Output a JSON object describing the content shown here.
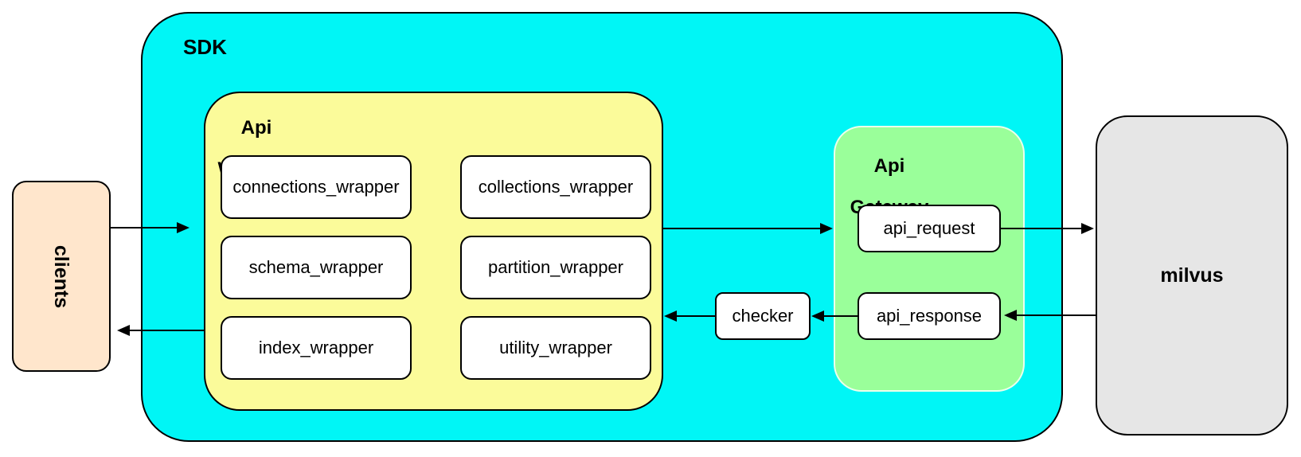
{
  "colors": {
    "canvas-bg": "#ffffff",
    "sdk-fill": "#00f6f6",
    "api-wrapper-fill": "#fbfb9a",
    "api-gateway-fill": "#9aff9a",
    "clients-fill": "#ffe6cc",
    "milvus-fill": "#e6e6e6",
    "node-fill": "#ffffff",
    "stroke": "#000000"
  },
  "nodes": {
    "sdk": {
      "label": "SDK"
    },
    "clients": {
      "label": "clients"
    },
    "api_wrapper": {
      "line1": "Api",
      "line2": "Wrapper"
    },
    "api_gateway": {
      "line1": "Api",
      "line2": "Gateway"
    },
    "checker": {
      "label": "checker"
    },
    "api_request": {
      "label": "api_request"
    },
    "api_response": {
      "label": "api_response"
    },
    "milvus": {
      "label": "milvus"
    }
  },
  "wrappers": [
    {
      "label": "connections_wrapper"
    },
    {
      "label": "collections_wrapper"
    },
    {
      "label": "schema_wrapper"
    },
    {
      "label": "partition_wrapper"
    },
    {
      "label": "index_wrapper"
    },
    {
      "label": "utility_wrapper"
    }
  ]
}
